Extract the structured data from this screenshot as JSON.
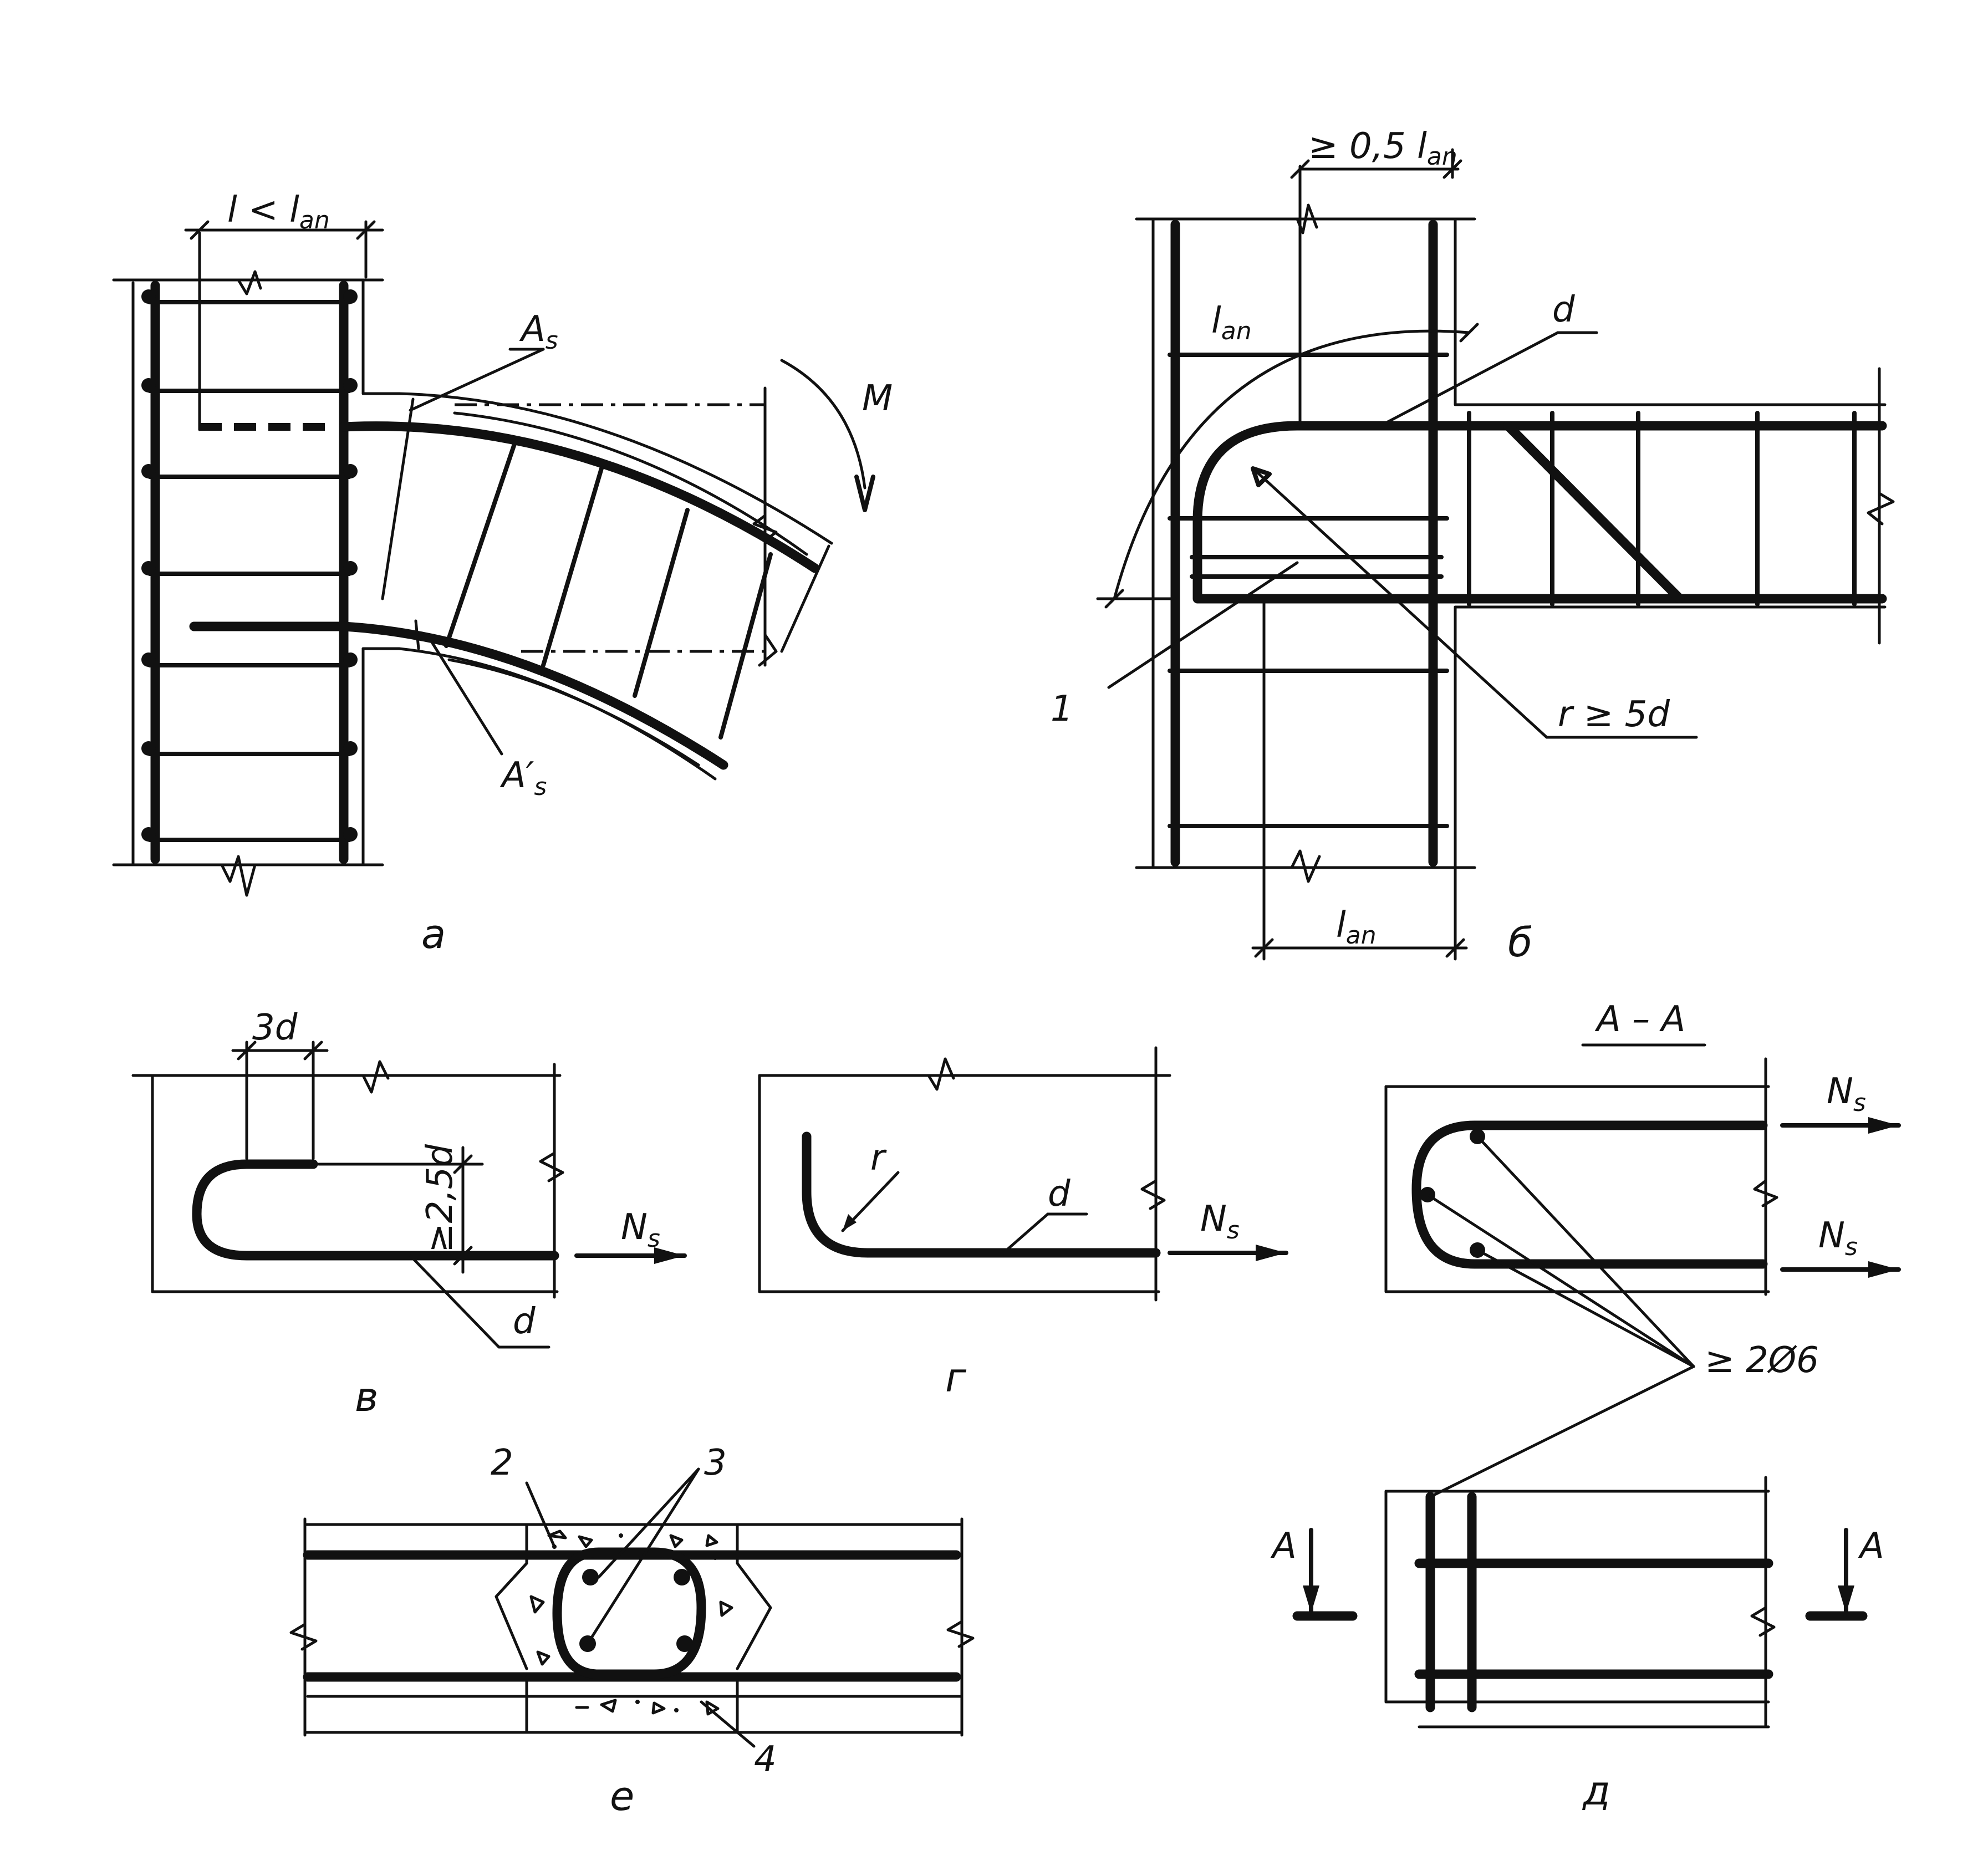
{
  "figure": {
    "panel_a": {
      "caption": "а",
      "dim_top": "l < l",
      "dim_top_sub": "an",
      "label_As": "A",
      "label_As_sub": "s",
      "label_As_prime": "A′",
      "label_As_prime_sub": "s",
      "label_M": "M"
    },
    "panel_b": {
      "caption": "б",
      "dim_top": "≥ 0,5 l",
      "dim_top_sub": "an",
      "dim_bottom": "l",
      "dim_bottom_sub": "an",
      "label_lan": "l",
      "label_lan_sub": "an",
      "label_d": "d",
      "label_1": "1",
      "label_r": "r ≥ 5d"
    },
    "panel_v": {
      "caption": "в",
      "dim_3d": "3d",
      "dim_25d": "≥2,5d",
      "label_d": "d",
      "label_Ns": "N",
      "label_Ns_sub": "s"
    },
    "panel_g": {
      "caption": "г",
      "label_r": "r",
      "label_d": "d",
      "label_Ns": "N",
      "label_Ns_sub": "s"
    },
    "panel_d": {
      "caption": "д",
      "section_title": "А – А",
      "label_Ns_top": "N",
      "label_Ns_bottom": "N",
      "label_Ns_sub": "s",
      "label_bars": "≥ 2Ø6",
      "label_A_left": "А",
      "label_A_right": "А"
    },
    "panel_e": {
      "caption": "е",
      "label_2": "2",
      "label_3": "3",
      "label_4": "4"
    }
  }
}
